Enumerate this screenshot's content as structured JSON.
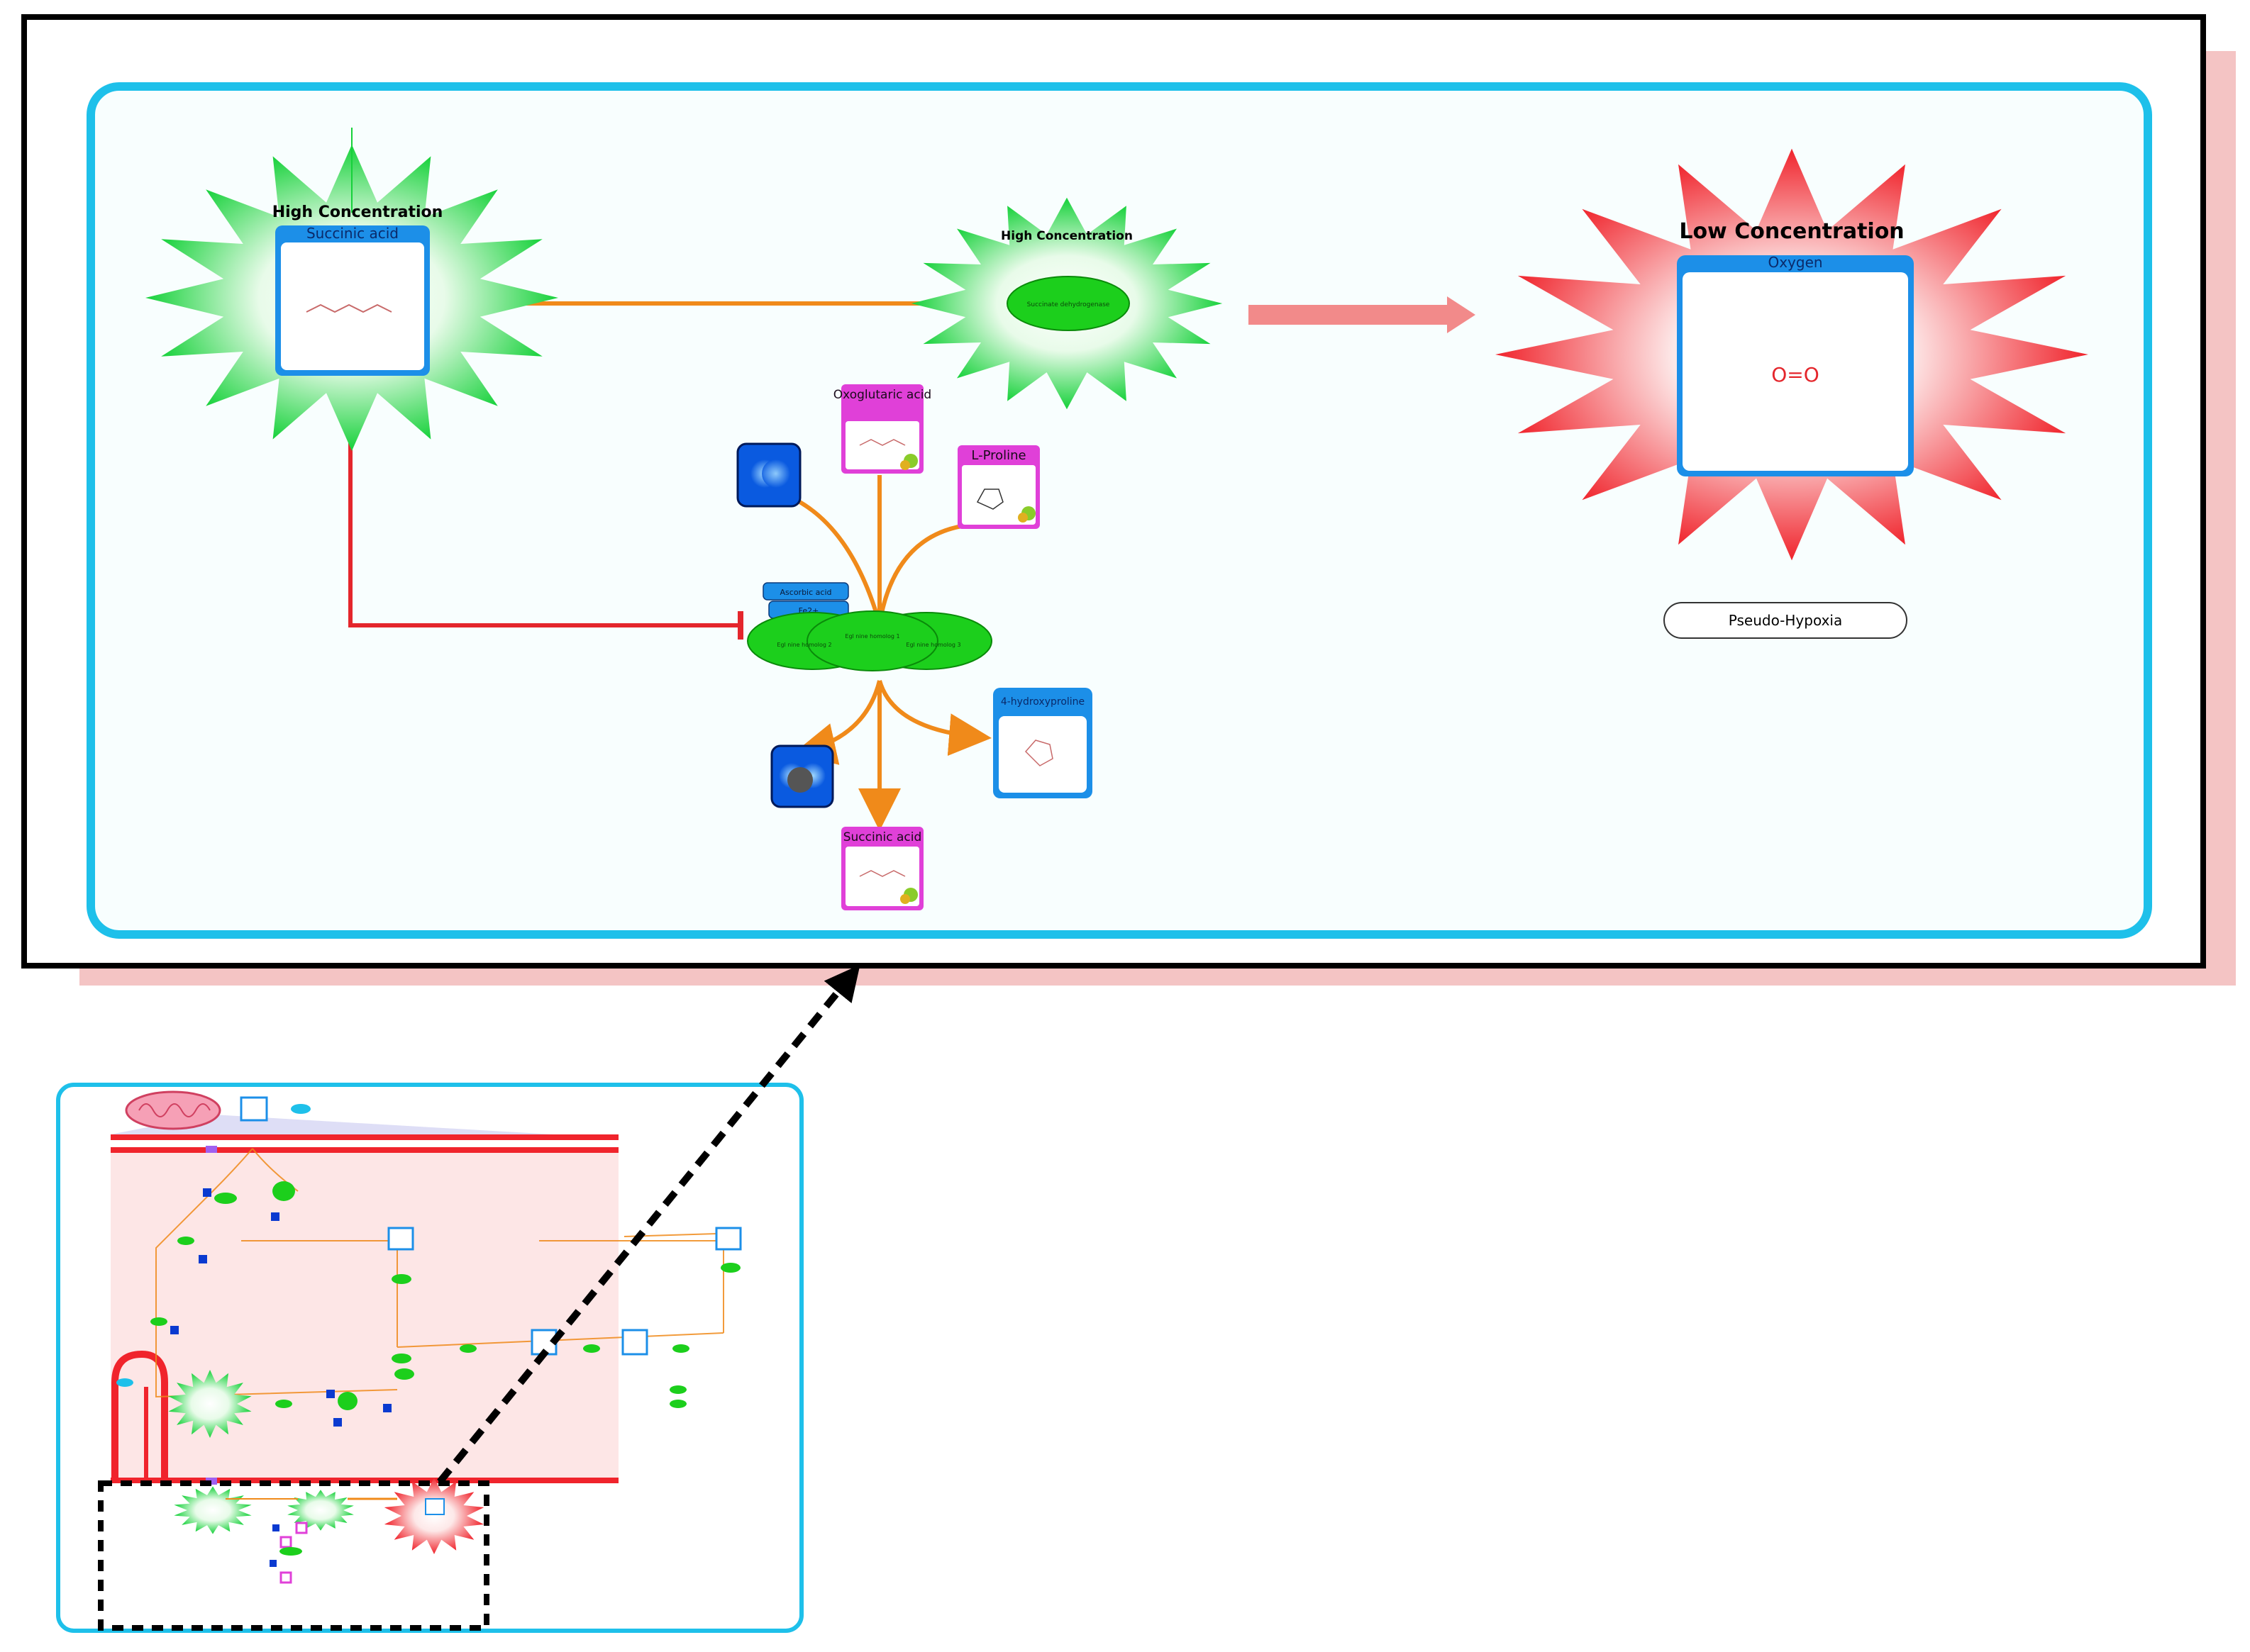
{
  "colors": {
    "frame_border": "#000000",
    "frame_shadow": "#f4c4c4",
    "panel_border": "#1ec0ea",
    "panel_bg": "#f8fefe",
    "green_burst": "#16d13a",
    "red_burst": "#f0242c",
    "orange_edge": "#f08a1a",
    "red_edge": "#e4262c",
    "pink_arrow": "#f28a8a",
    "metabolite_header": "#1c8fe8",
    "magenta_node": "#e040d8",
    "enzyme_green": "#1ccf1c",
    "cofactor_blue": "#0a5ae0"
  },
  "main": {
    "succinic_burst": {
      "label": "High Concentration",
      "metabolite": "Succinic acid"
    },
    "enzyme_burst": {
      "label": "High Concentration",
      "enzyme_text": "Succinate dehydrogenase"
    },
    "oxygen_burst": {
      "label": "Low Concentration",
      "metabolite": "Oxygen",
      "formula": "O=O"
    },
    "phd_reaction": {
      "inputs": [
        "Oxoglutaric acid",
        "L-Proline"
      ],
      "outputs": [
        "4-hydroxyproline",
        "Succinic acid"
      ],
      "cofactor_labels": [
        "Ascorbic acid",
        "Fe2+"
      ],
      "enzyme_labels": [
        "Egl nine homolog 1",
        "Egl nine homolog 2",
        "Egl nine homolog 3"
      ],
      "input_cofactor_icon": "oxygen-molecule-icon",
      "output_cofactor_icon": "carbon-dioxide-molecule-icon"
    },
    "pseudo_hypoxia_label": "Pseudo-Hypoxia"
  },
  "overview": {
    "description_icon": "mitochondrion-icon"
  }
}
